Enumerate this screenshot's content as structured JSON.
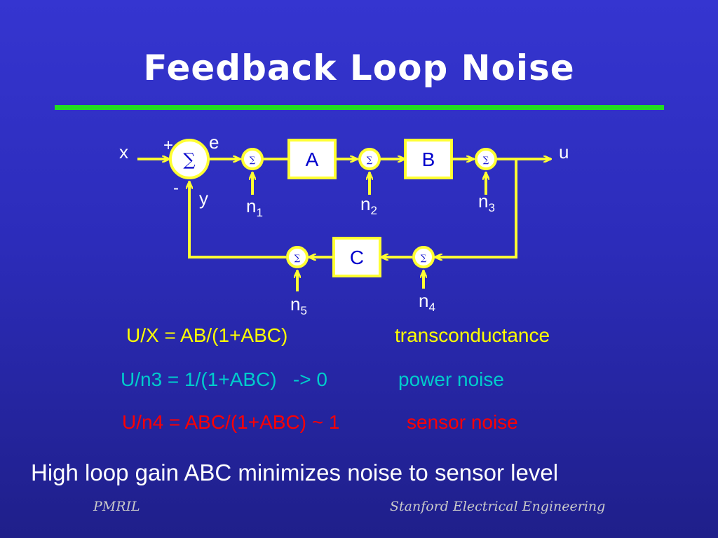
{
  "slide": {
    "title": "Feedback Loop Noise",
    "footer_left": "PMRIL",
    "footer_right": "Stanford Electrical Engineering",
    "conclusion": "High loop gain ABC minimizes noise to sensor level"
  },
  "diagram": {
    "input_label": "x",
    "output_label": "u",
    "plus_sign": "+",
    "minus_sign": "-",
    "error_label": "e",
    "feedback_label": "y",
    "sum_symbol": "∑",
    "blocks": {
      "a": "A",
      "b": "B",
      "c": "C"
    },
    "noise": {
      "n1": {
        "base": "n",
        "sub": "1"
      },
      "n2": {
        "base": "n",
        "sub": "2"
      },
      "n3": {
        "base": "n",
        "sub": "3"
      },
      "n4": {
        "base": "n",
        "sub": "4"
      },
      "n5": {
        "base": "n",
        "sub": "5"
      }
    }
  },
  "equations": [
    {
      "formula": "U/X = AB/(1+ABC)",
      "description": "transconductance",
      "color": "#ffff00"
    },
    {
      "formula": "U/n3 = 1/(1+ABC)   -> 0",
      "description": "power noise",
      "color": "#00cccc"
    },
    {
      "formula": "U/n4 = ABC/(1+ABC) ~ 1",
      "description": "sensor noise",
      "color": "#ff0000"
    }
  ],
  "colors": {
    "background": "#2c2cba",
    "diagram_lines": "#ffff33",
    "title_rule": "#22dd22"
  }
}
